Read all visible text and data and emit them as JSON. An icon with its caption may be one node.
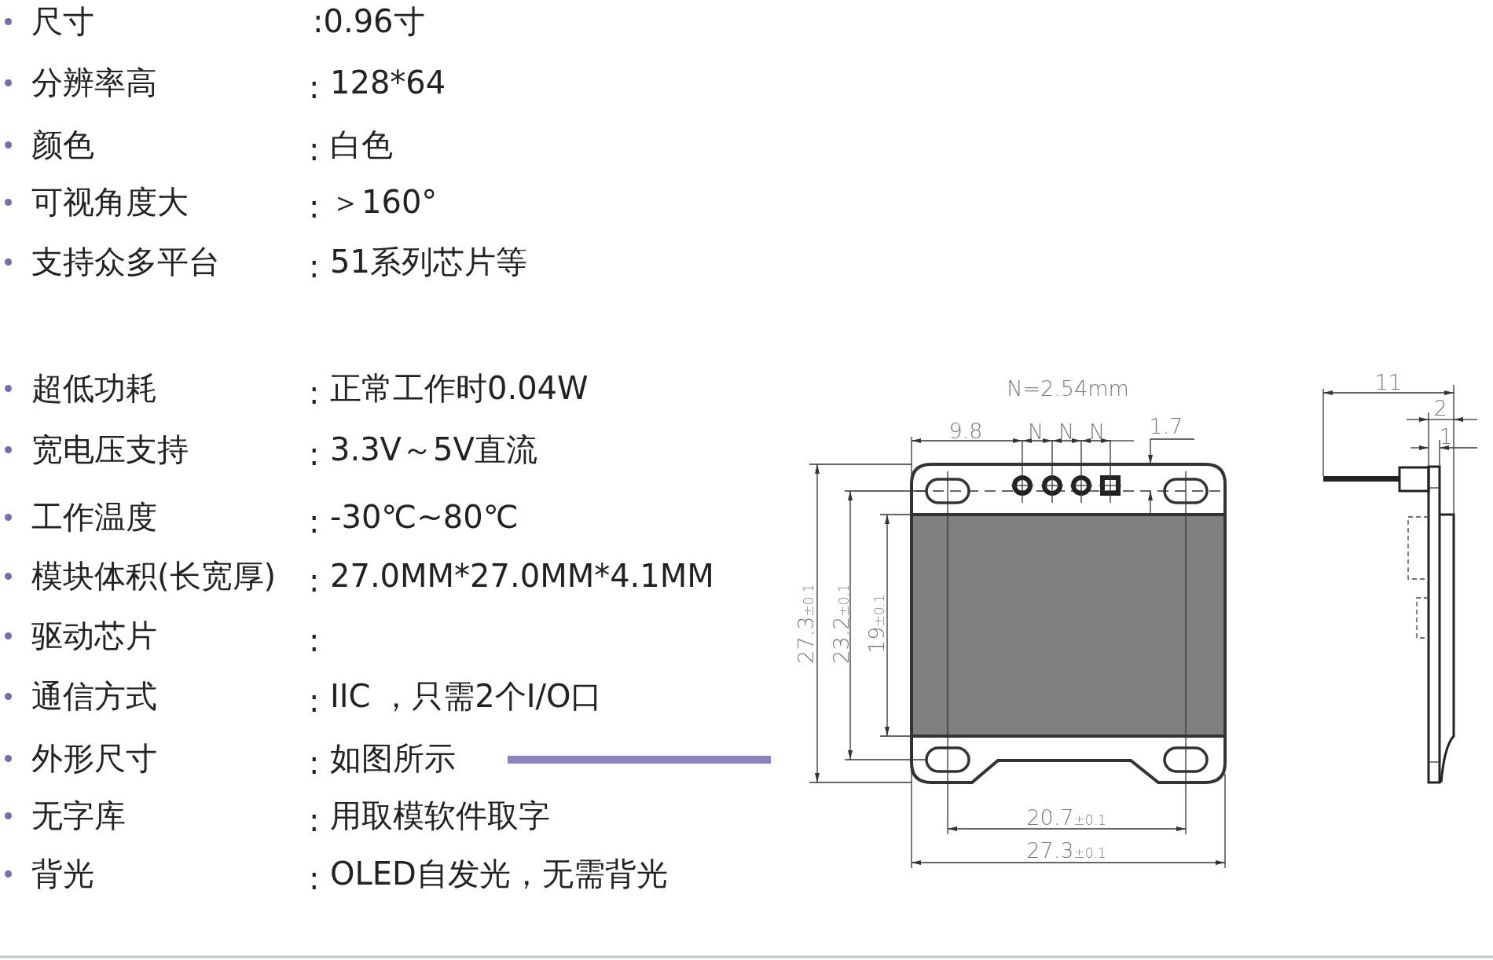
{
  "diagram": {
    "labels": [
      "尺寸",
      ":0.96寸",
      "分辨率高",
      ":",
      "128*64",
      "颜色",
      ":",
      "白色",
      "可视角度大",
      ":",
      "＞160°",
      "支持众多平台",
      ":",
      "51系列芯片等",
      "超低功耗",
      ":",
      "正常工作时0.04W",
      "宽电压支持",
      ":",
      "3.3V～5V直流",
      "工作温度",
      ":",
      "-30℃~80℃",
      "模块体积(长宽厚)",
      ":",
      "27.0MM*27.0MM*4.1MM",
      "驱动芯片",
      ":",
      "通信方式",
      ":",
      "IIC ，只需2个I/O口",
      "外形尺寸",
      ":",
      "如图所示",
      "无字库",
      ":",
      "用取模软件取字",
      "背光",
      ":",
      "OLED自发光，无需背光",
      "N=2.54mm",
      "9.8",
      "N",
      "N",
      "N",
      "1.7",
      "27.3$_{±0.1}$",
      "23.2$_{±0.1}$",
      "19$_{±0.1}$",
      "20.7$_{±0.1}$",
      "27.3$_{±0.1}$",
      "11",
      "2",
      "1"
    ]
  }
}
